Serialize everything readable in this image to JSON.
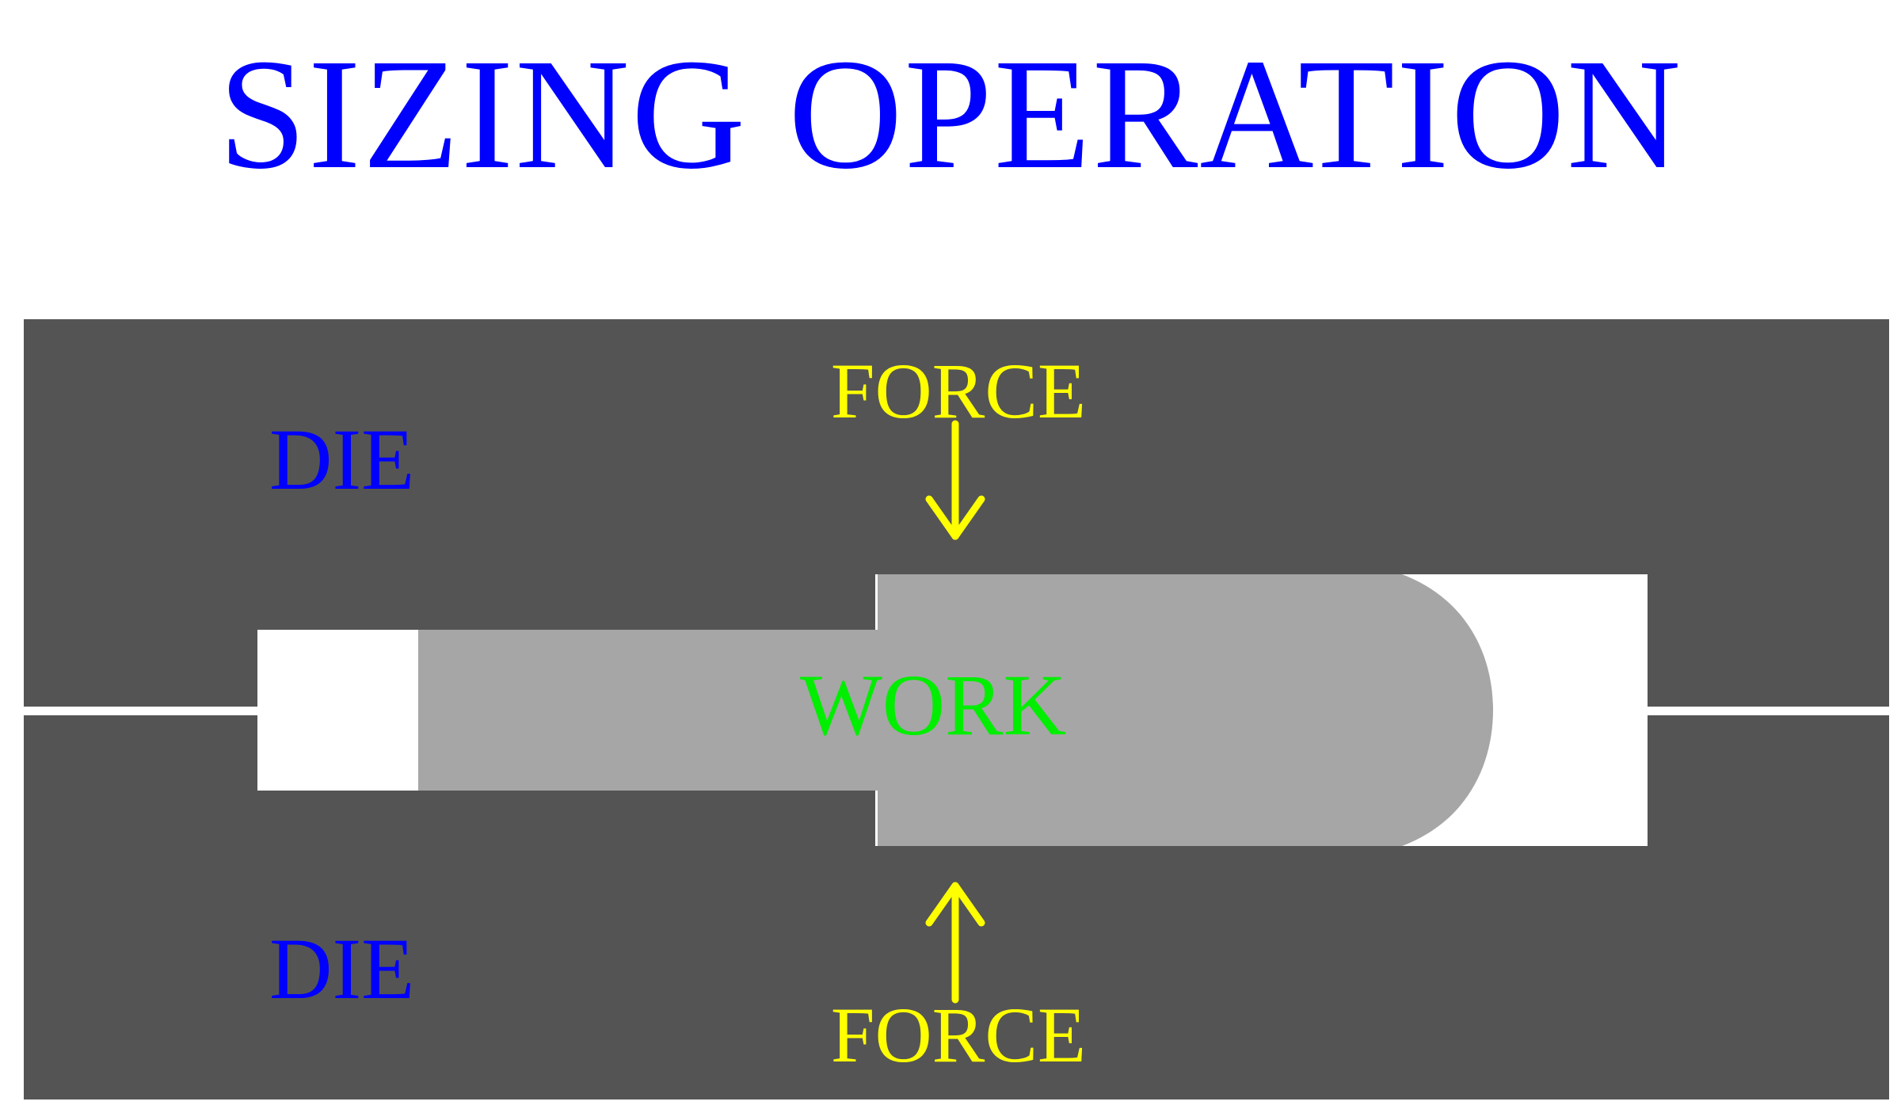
{
  "title": "SIZING OPERATION",
  "labels": {
    "die_top": "DIE",
    "die_bottom": "DIE",
    "work": "WORK",
    "force_top": "FORCE",
    "force_bottom": "FORCE"
  },
  "colors": {
    "title": "#0000ff",
    "die": "#545454",
    "work": "#a6a6a6",
    "cavity": "#ffffff",
    "die_label": "#0000ff",
    "work_label": "#00ee00",
    "force": "#ffff00"
  }
}
